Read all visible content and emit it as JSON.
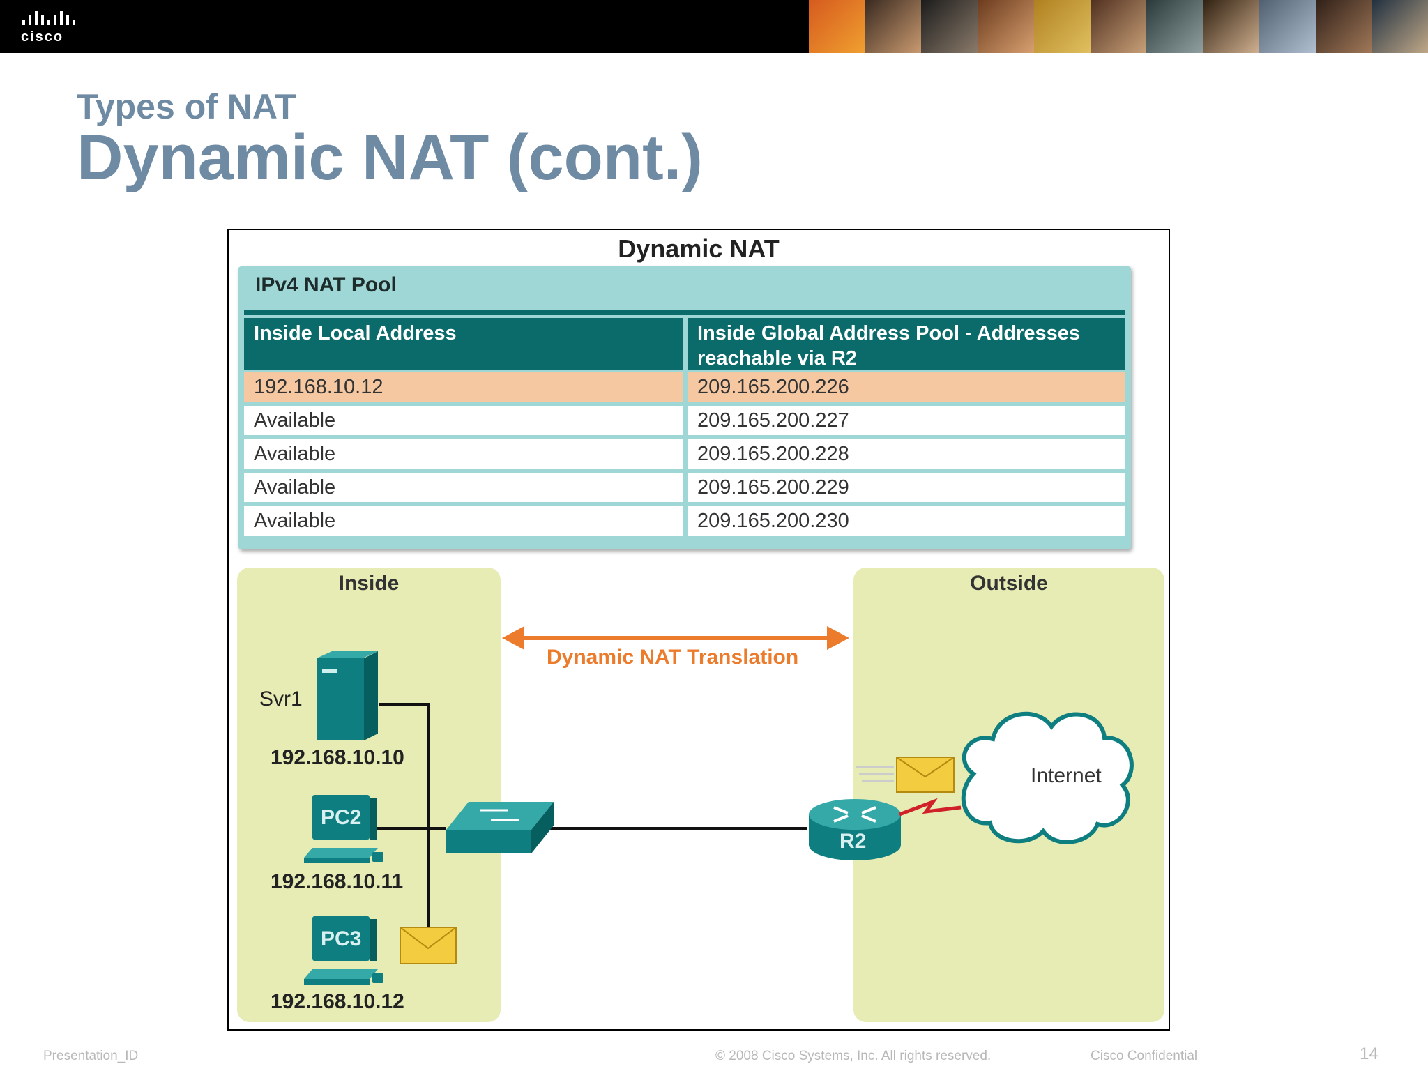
{
  "header": {
    "logo_text": "cisco"
  },
  "slide": {
    "section_title": "Types of NAT",
    "title": "Dynamic NAT (cont.)"
  },
  "figure": {
    "title": "Dynamic NAT",
    "pool": {
      "title": "IPv4 NAT Pool",
      "columns": [
        "Inside Local Address",
        "Inside Global Address Pool - Addresses reachable via R2"
      ],
      "rows": [
        [
          "192.168.10.12",
          "209.165.200.226"
        ],
        [
          "Available",
          "209.165.200.227"
        ],
        [
          "Available",
          "209.165.200.228"
        ],
        [
          "Available",
          "209.165.200.229"
        ],
        [
          "Available",
          "209.165.200.230"
        ]
      ],
      "highlight_color": "#f6c8a2",
      "header_color": "#0b6a6a"
    },
    "inside": {
      "label": "Inside",
      "server_name": "Svr1",
      "server_ip": "192.168.10.10",
      "pc2_name": "PC2",
      "pc2_ip": "192.168.10.11",
      "pc3_name": "PC3",
      "pc3_ip": "192.168.10.12"
    },
    "translation_label": "Dynamic NAT Translation",
    "outside": {
      "label": "Outside",
      "router_name": "R2",
      "cloud_label": "Internet"
    }
  },
  "footer": {
    "presentation_id": "Presentation_ID",
    "copyright": "© 2008 Cisco Systems, Inc. All rights reserved.",
    "confidential": "Cisco Confidential",
    "page_number": "14"
  },
  "colors": {
    "title": "#6f8aa3",
    "teal": "#0e7e80",
    "orange": "#ec7b2c",
    "zone": "#e6ecb3"
  }
}
